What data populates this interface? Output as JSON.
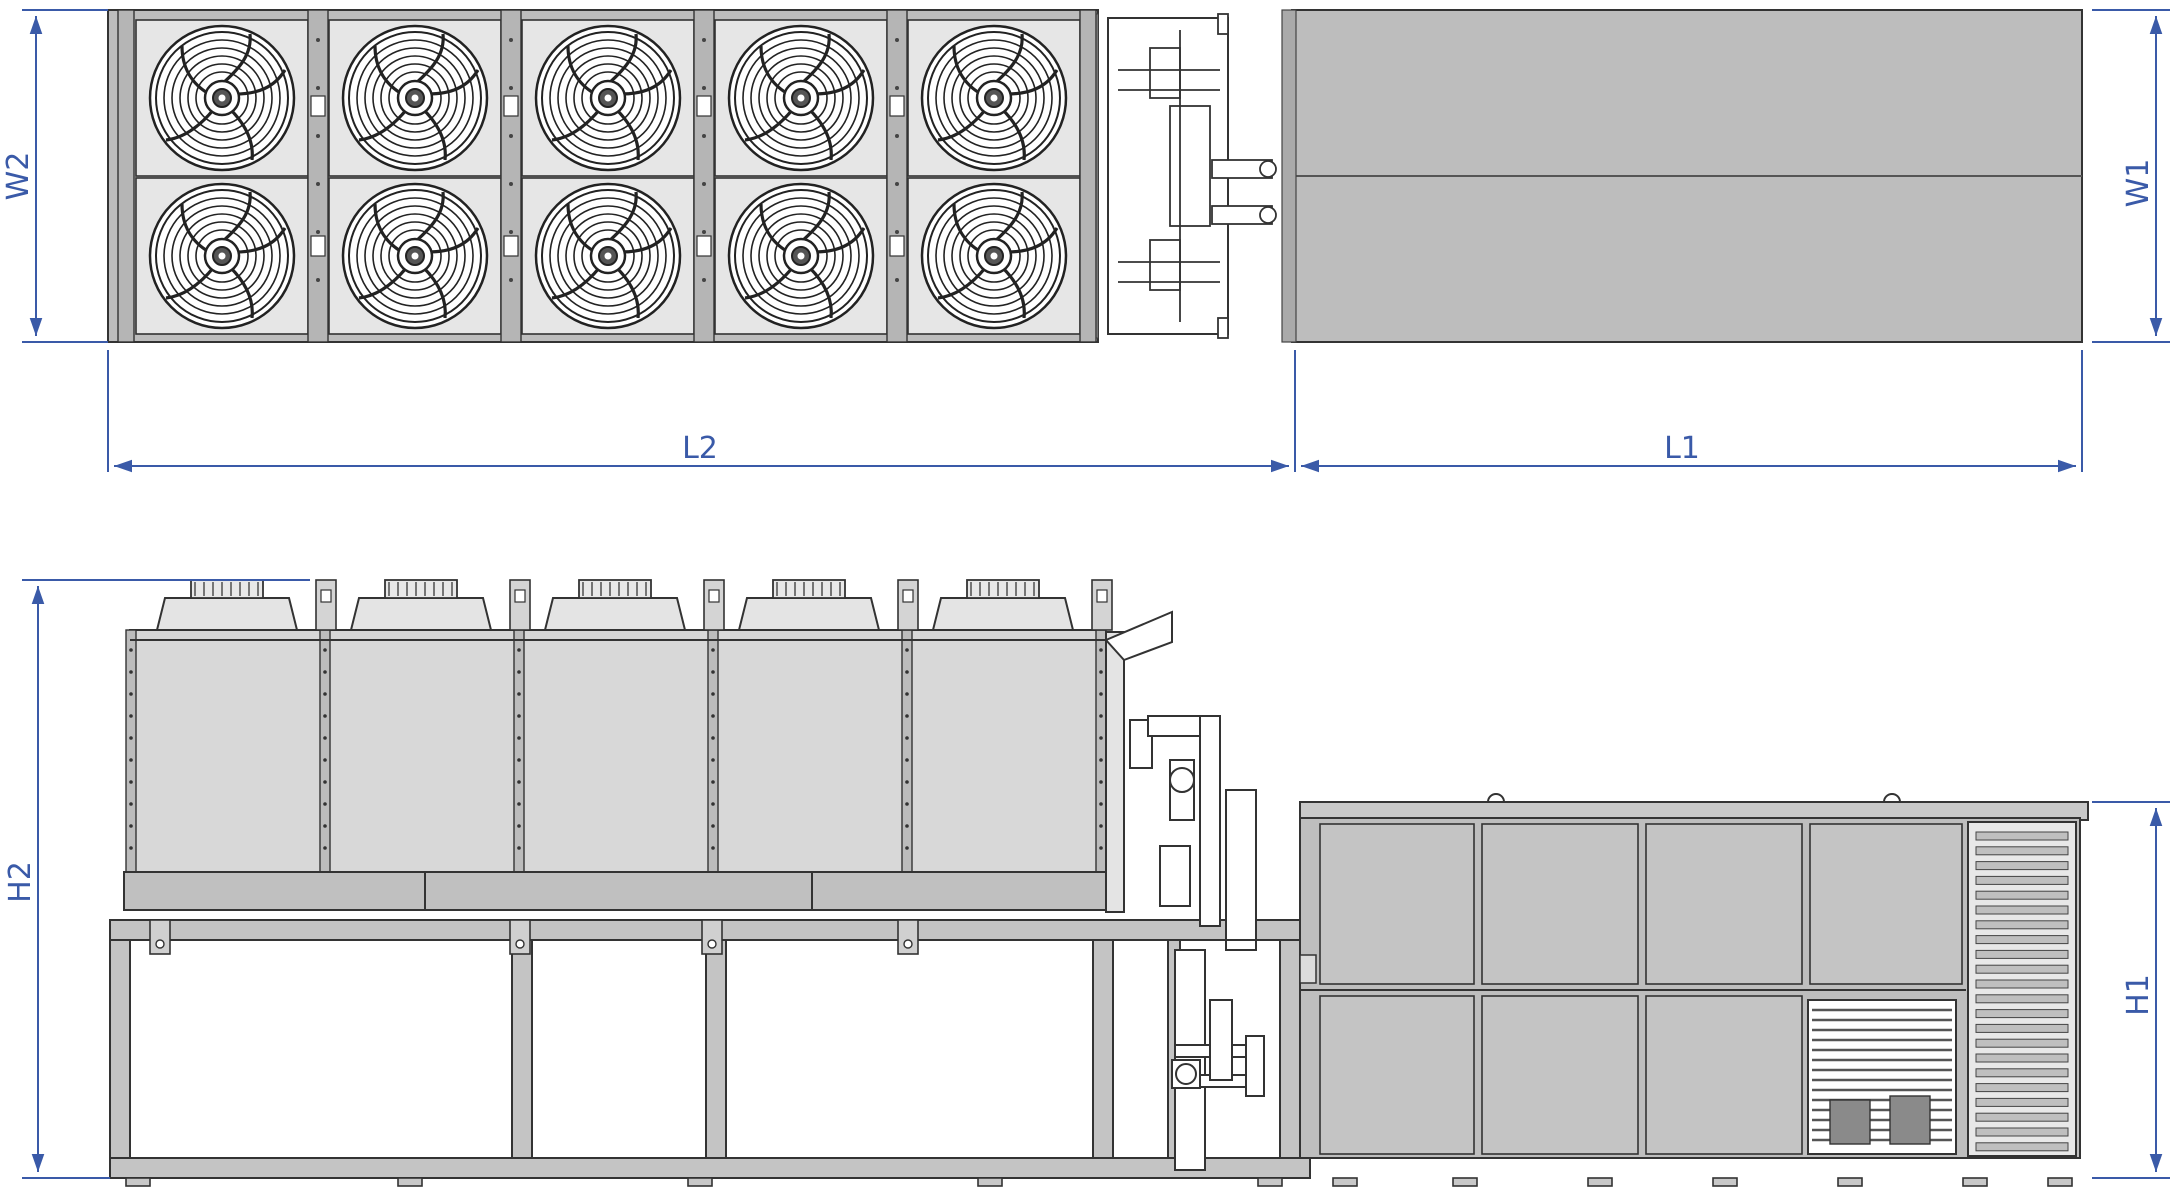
{
  "labels": {
    "w2": "W2",
    "w1": "W1",
    "l2": "L2",
    "l1": "L1",
    "h2": "H2",
    "h1": "H1"
  },
  "colors": {
    "dimension": "#3a5aa8",
    "panel": "#c4c4c4",
    "panel_light": "#dcdcdc",
    "frame": "#b9b9b9",
    "fan_plate": "#e6e6e6",
    "line": "#444444"
  },
  "views": {
    "top_view": {
      "fan_columns": 5,
      "fan_rows": 2
    },
    "side_view": {
      "top_fans": 5,
      "louver_count": 22
    }
  }
}
